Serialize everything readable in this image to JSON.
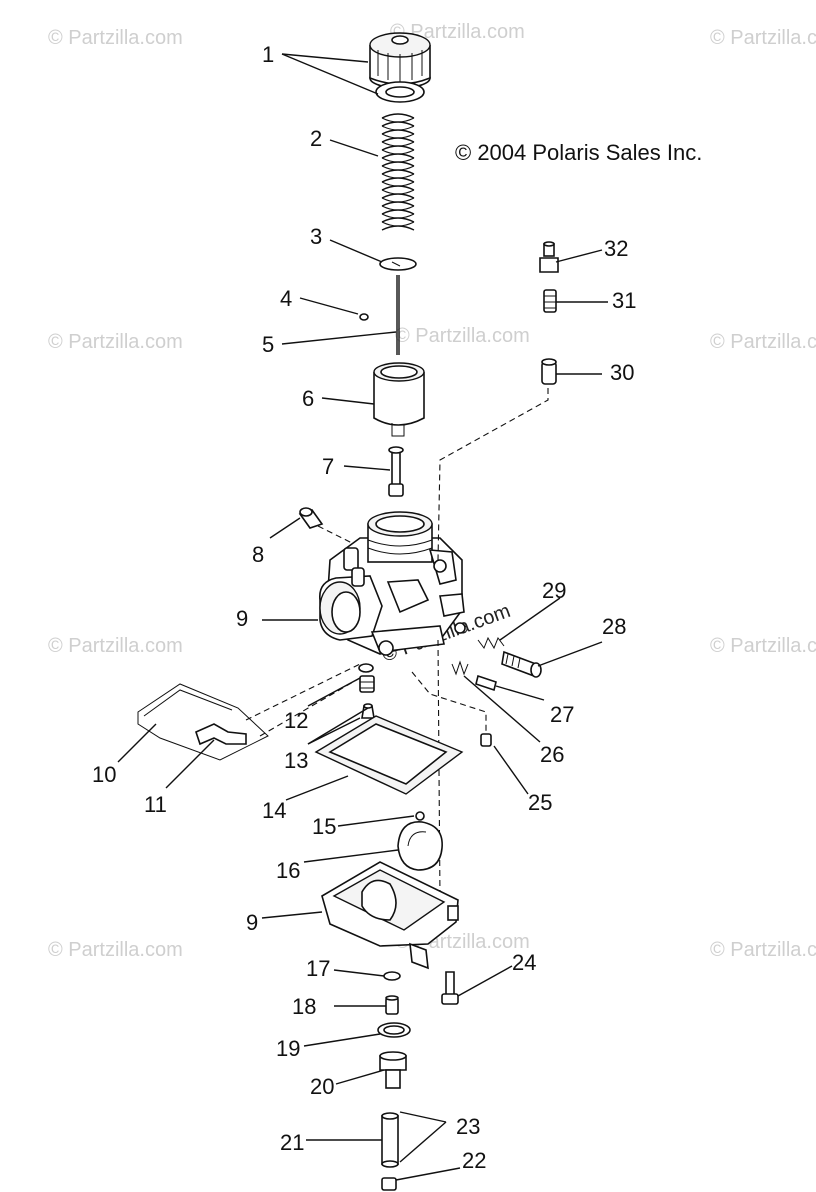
{
  "copyright": "© 2004 Polaris Sales Inc.",
  "watermark": "© Partzilla.com",
  "labels": {
    "l1": "1",
    "l2": "2",
    "l3": "3",
    "l4": "4",
    "l5": "5",
    "l6": "6",
    "l7": "7",
    "l8": "8",
    "l9a": "9",
    "l9b": "9",
    "l10": "10",
    "l11": "11",
    "l12": "12",
    "l13": "13",
    "l14": "14",
    "l15": "15",
    "l16": "16",
    "l17": "17",
    "l18": "18",
    "l19": "19",
    "l20": "20",
    "l21": "21",
    "l22": "22",
    "l23": "23",
    "l24": "24",
    "l25": "25",
    "l26": "26",
    "l27": "27",
    "l28": "28",
    "l29": "29",
    "l30": "30",
    "l31": "31",
    "l32": "32"
  }
}
